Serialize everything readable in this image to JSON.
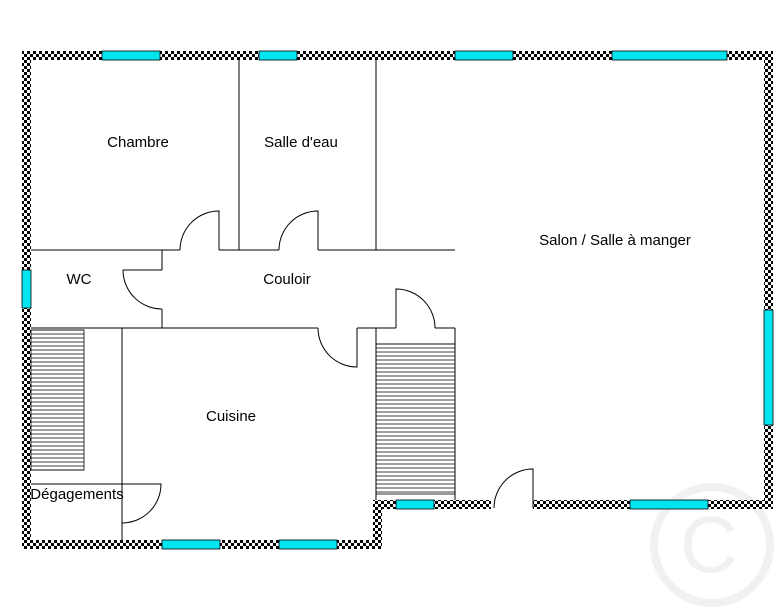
{
  "rooms": {
    "chambre": "Chambre",
    "salle_eau": "Salle d'eau",
    "salon": "Salon / Salle à manger",
    "wc": "WC",
    "couloir": "Couloir",
    "cuisine": "Cuisine",
    "degagements": "Dégagements"
  },
  "colors": {
    "wall": "#000000",
    "window": "#00e5ee",
    "background": "#ffffff",
    "watermark": "#e6e6e6"
  }
}
